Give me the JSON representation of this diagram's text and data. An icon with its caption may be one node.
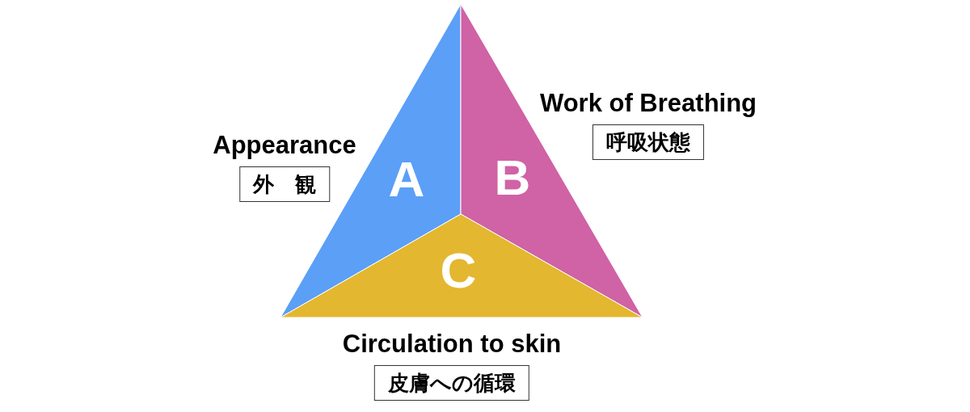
{
  "diagram": {
    "nodes": [
      {
        "text": [
          "A"
        ]
      },
      {
        "text": [
          "B"
        ]
      },
      {
        "text": [
          "C"
        ]
      },
      {
        "text": [
          "Appearance",
          "外　観"
        ]
      },
      {
        "text": [
          "Work of Breathing",
          "呼吸状態"
        ]
      },
      {
        "text": [
          "Circulation to skin",
          "皮膚への循環"
        ]
      }
    ]
  }
}
